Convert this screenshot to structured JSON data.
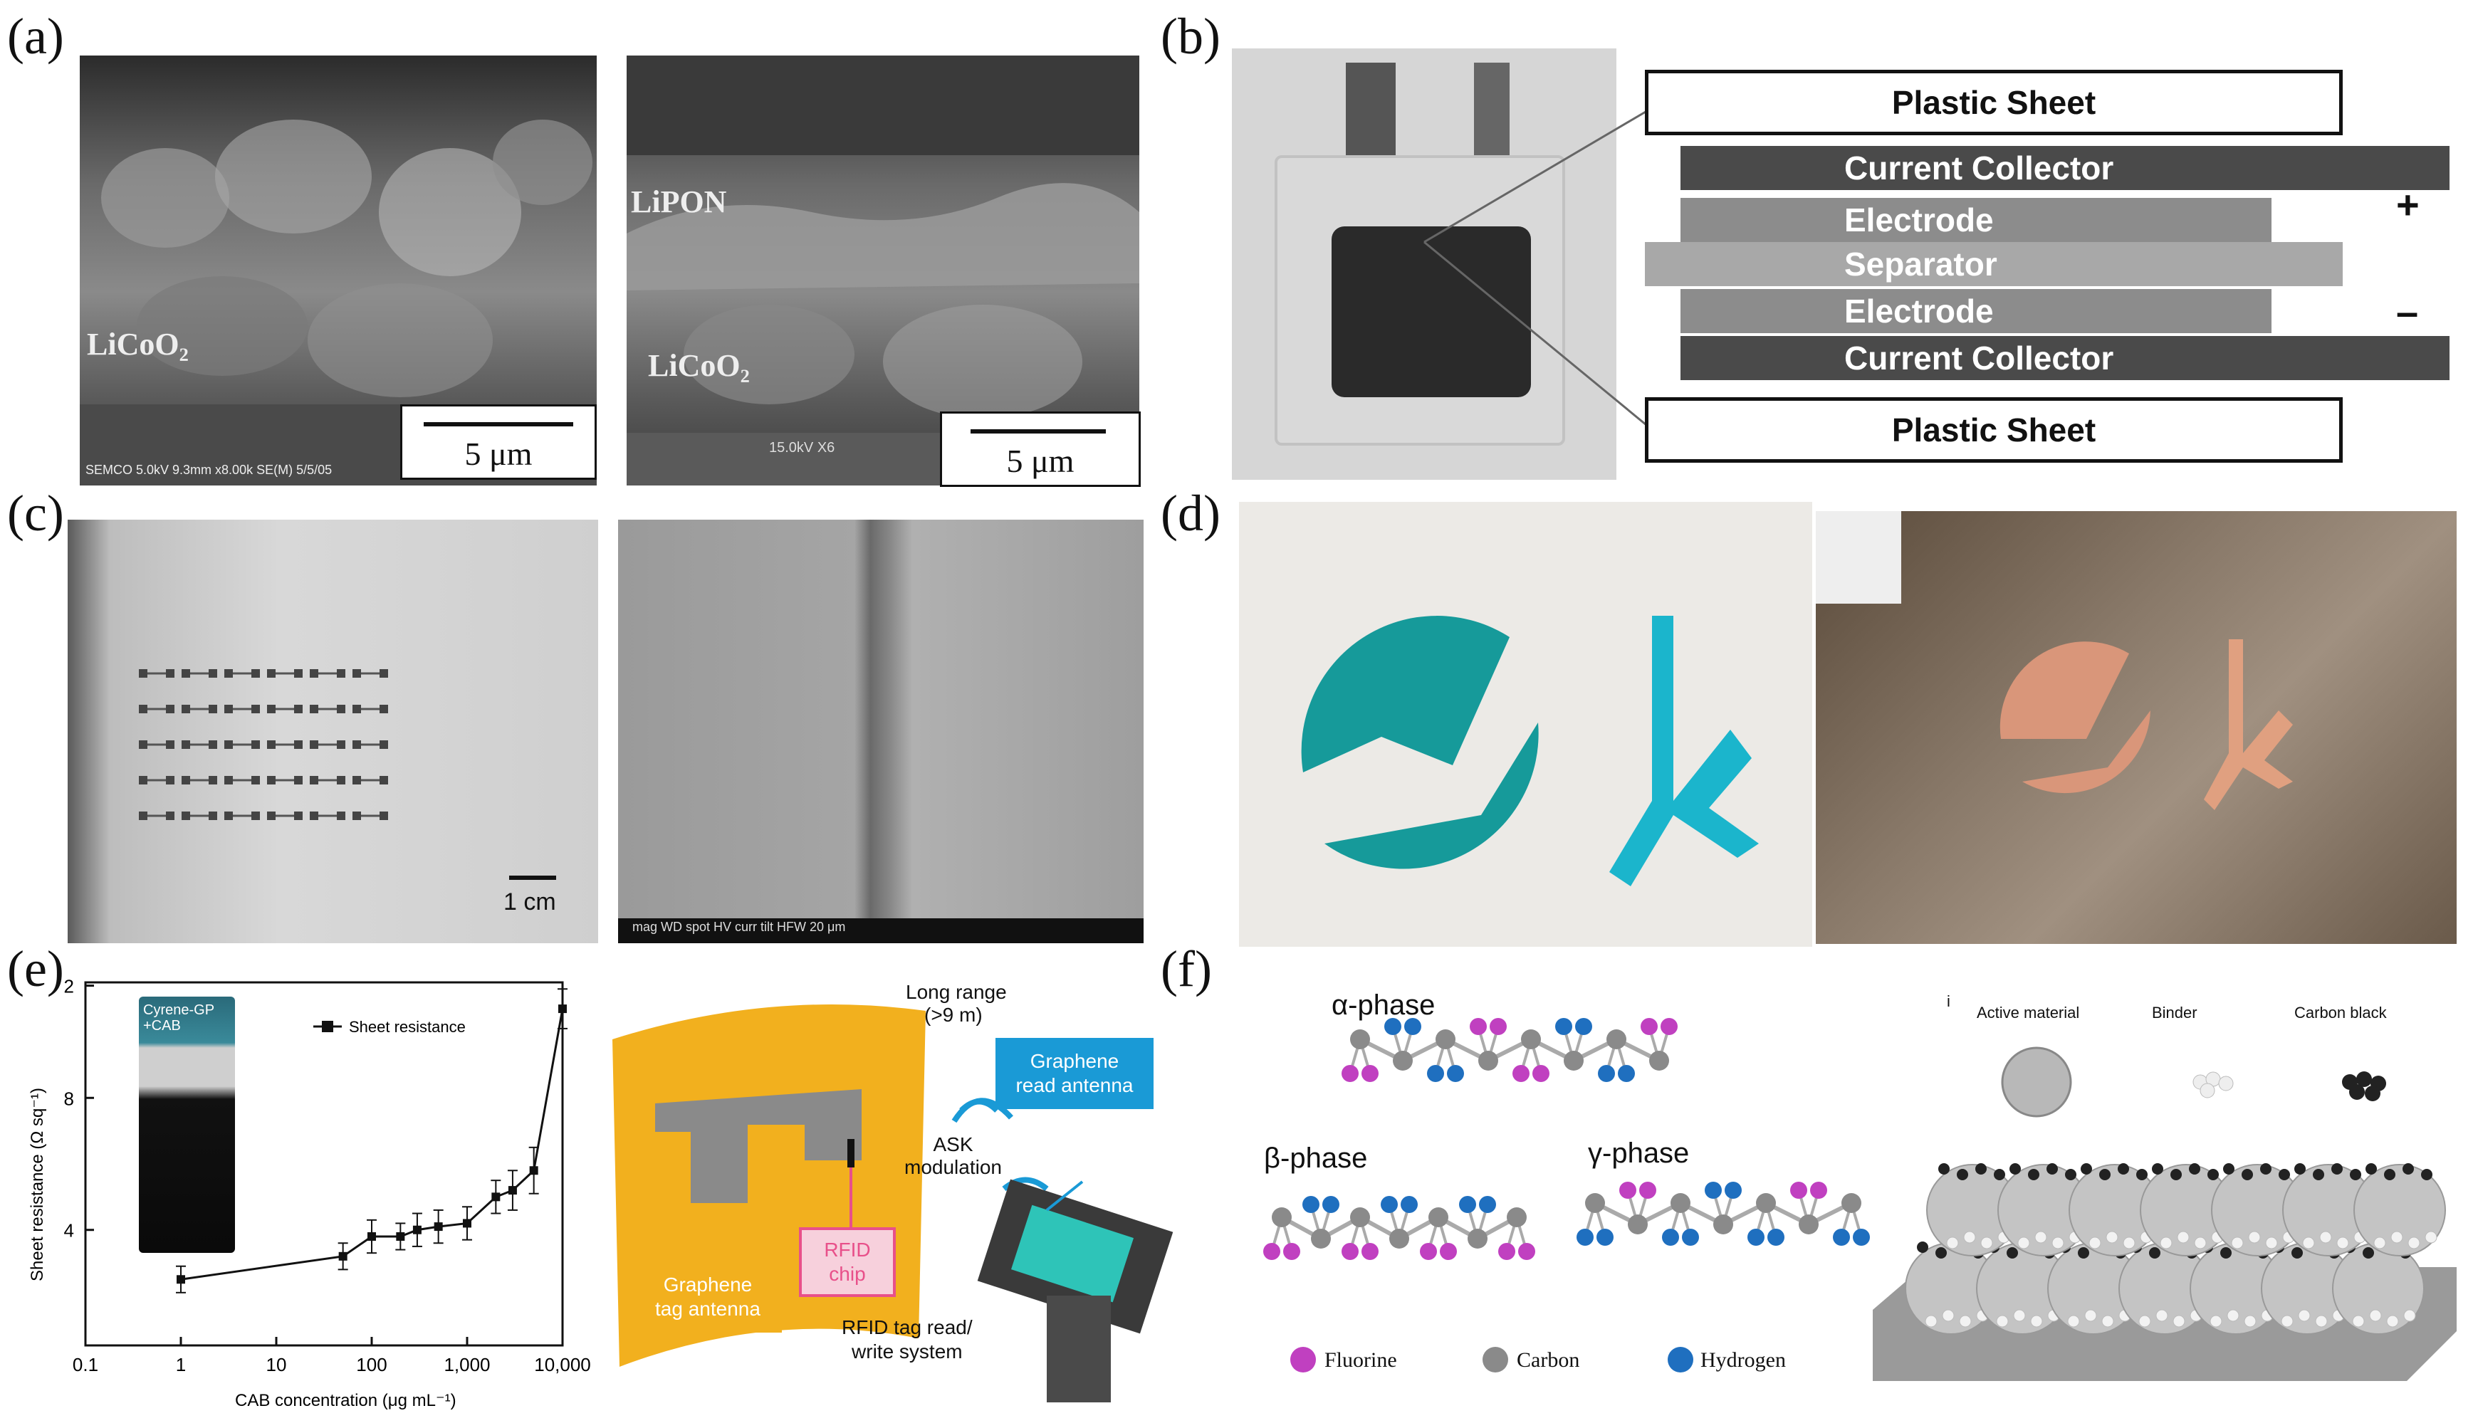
{
  "panels": {
    "a": {
      "label": "(a)",
      "left_image": {
        "material": "LiCoO₂",
        "scale": "5 μm",
        "footer": "SEMCO 5.0kV 9.3mm x8.00k SE(M) 5/5/05"
      },
      "right_image": {
        "layer_top": "LiPON",
        "layer_bottom": "LiCoO₂",
        "scale": "5 μm",
        "footer": "15.0kV X6"
      }
    },
    "b": {
      "label": "(b)",
      "stack": [
        "Plastic Sheet",
        "Current Collector",
        "Electrode",
        "Separator",
        "Electrode",
        "Current Collector",
        "Plastic Sheet"
      ],
      "plus": "+",
      "minus": "–"
    },
    "c": {
      "label": "(c)",
      "scale": "1 cm",
      "sem_footer": "mag  WD  spot  HV  curr  tilt  HFW   20 μm"
    },
    "d": {
      "label": "(d)"
    },
    "e": {
      "label": "(e)",
      "vial_label": "Cyrene-GP\n+CAB",
      "legend": "Sheet resistance",
      "diagram": {
        "long_range": "Long range",
        "long_range_sub": "(>9 m)",
        "read_antenna": "Graphene\nread antenna",
        "ask": "ASK\nmodulation",
        "rfid_chip": "RFID\nchip",
        "tag_antenna": "Graphene\ntag antenna",
        "rw_system": "RFID tag read/\nwrite system"
      }
    },
    "f": {
      "label": "(f)",
      "alpha": "α-phase",
      "beta": "β-phase",
      "gamma": "γ-phase",
      "legend": [
        "Fluorine",
        "Carbon",
        "Hydrogen"
      ],
      "right_legend": [
        "Active material",
        "Binder",
        "Carbon black"
      ],
      "corner_mark": "i",
      "colors": {
        "fluorine": "#c040c0",
        "carbon": "#8a8a8a",
        "hydrogen": "#1f6fbf"
      }
    }
  },
  "chart_data": {
    "type": "line",
    "title": "",
    "xlabel": "CAB concentration (μg mL⁻¹)",
    "ylabel": "Sheet resistance (Ω sq⁻¹)",
    "xscale": "log",
    "xlim": [
      0.1,
      10000
    ],
    "ylim": [
      0,
      20
    ],
    "xticks": [
      "0.1",
      "1",
      "10",
      "100",
      "1,000",
      "10,000"
    ],
    "yticks": [
      "4",
      "8",
      "2"
    ],
    "series": [
      {
        "name": "Sheet resistance",
        "x": [
          1,
          50,
          100,
          200,
          300,
          500,
          1000,
          2000,
          3000,
          5000,
          10000
        ],
        "y": [
          2.5,
          3.2,
          3.8,
          3.8,
          4.0,
          4.1,
          4.2,
          5.0,
          5.2,
          5.8,
          10.7
        ],
        "err": [
          0.4,
          0.4,
          0.5,
          0.4,
          0.5,
          0.5,
          0.5,
          0.5,
          0.6,
          0.7,
          0.6
        ]
      }
    ]
  }
}
